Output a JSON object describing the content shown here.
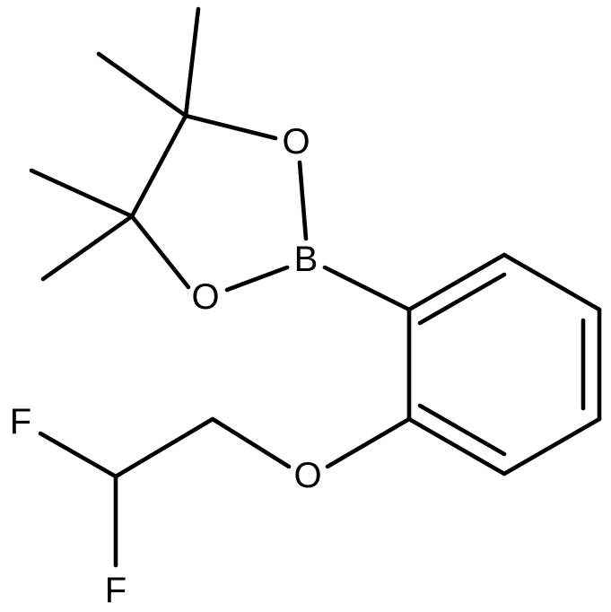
{
  "molecule": {
    "atoms": {
      "o_top": "O",
      "o_left": "O",
      "boron": "B",
      "o_ether": "O",
      "f_top": "F",
      "f_bottom": "F"
    }
  }
}
